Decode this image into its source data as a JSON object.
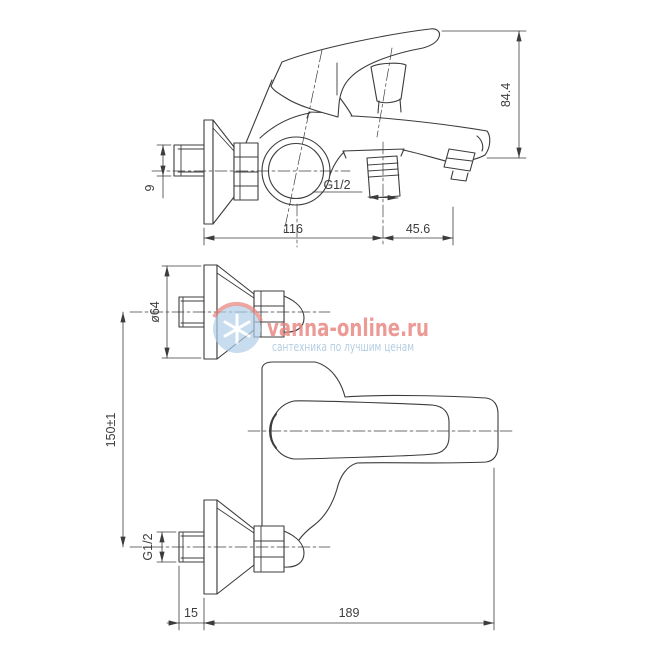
{
  "drawing": {
    "description": "Technical dimensional drawing of wall-mounted bath mixer faucet, two views",
    "line_color": "#3c3c3c",
    "background": "#ffffff"
  },
  "side_view": {
    "dim_height": "84.4",
    "dim_inlet": "9",
    "thread_label": "G1/2",
    "dim_wall_to_outlet": "116",
    "dim_outlet_to_spout": "45.6"
  },
  "plan_view": {
    "dim_escutcheon_diameter": "ø64",
    "dim_inlet_spacing": "150±1",
    "thread_label": "G1/2",
    "dim_thread_length": "15",
    "dim_total_depth": "189"
  },
  "watermark": {
    "brand": "vanna-online.ru",
    "tagline": "сантехника по лучшим ценам",
    "brand_color": "#e9857e",
    "tagline_color": "#a3c3dc",
    "logo_color": "#aecde8",
    "logo_accent": "#e9857e"
  }
}
